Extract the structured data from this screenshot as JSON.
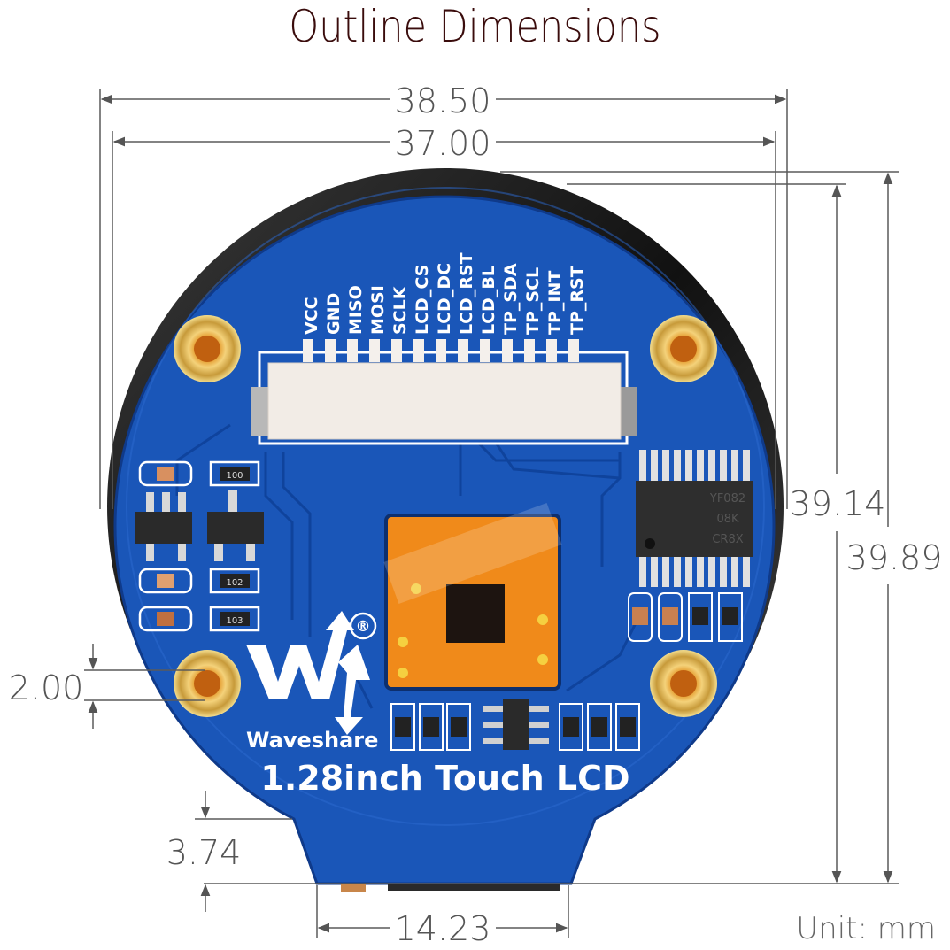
{
  "title": "Outline Dimensions",
  "unit_label": "Unit: mm",
  "dimensions": {
    "overall_width": "38.50",
    "board_width": "37.00",
    "board_height": "39.14",
    "overall_height": "39.89",
    "hole_diameter": "2.00",
    "tab_height": "3.74",
    "tab_width": "14.23"
  },
  "board": {
    "product_name": "1.28inch Touch LCD",
    "brand": "Waveshare",
    "registered_mark": "®",
    "pins": [
      "VCC",
      "GND",
      "MISO",
      "MOSI",
      "SCLK",
      "LCD_CS",
      "LCD_DC",
      "LCD_RST",
      "LCD_BL",
      "TP_SDA",
      "TP_SCL",
      "TP_INT",
      "TP_RST"
    ],
    "resistor_labels": [
      "100",
      "102",
      "103"
    ],
    "ic_marking": [
      "YF082",
      "08K",
      "CR8X"
    ],
    "colors": {
      "pcb_blue": "#1a56b8",
      "pcb_edge": "#0d2f6e",
      "bezel": "#1b1b1b",
      "touch_fpc": "#f08a1a",
      "connector": "#f2ece6",
      "gold": "#d8a23a",
      "dim_line": "#5a5a5a",
      "title": "#3a0c0c"
    }
  }
}
